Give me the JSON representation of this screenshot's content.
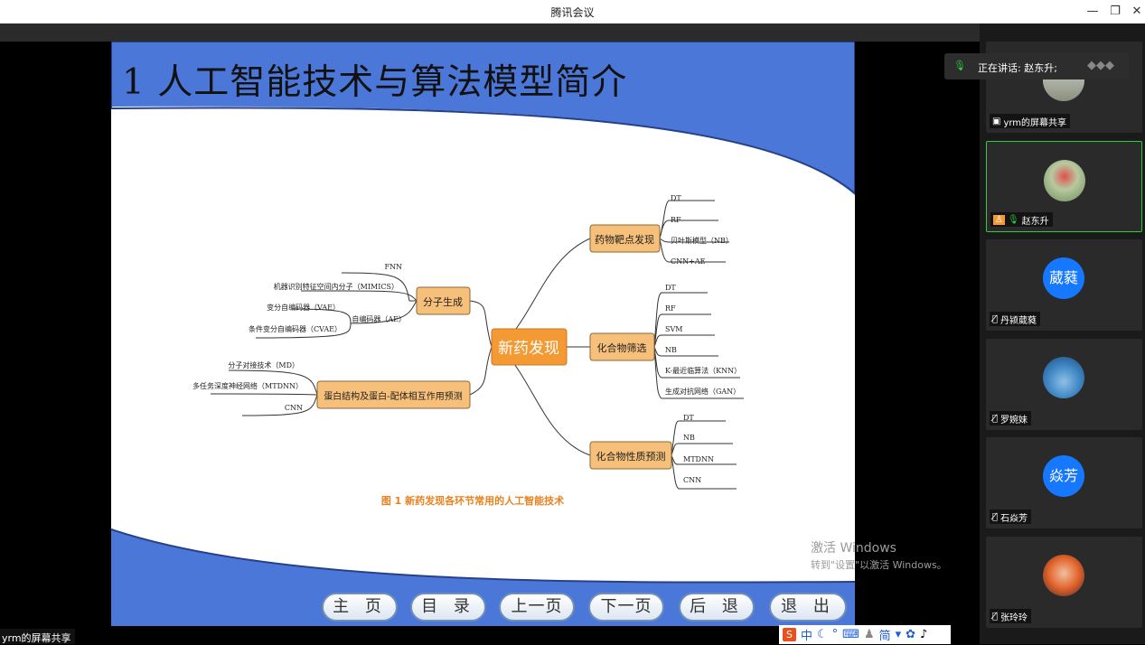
{
  "window": {
    "title": "腾讯会议"
  },
  "slide": {
    "title": "1 人工智能技术与算法模型简介",
    "center": "新药发现",
    "caption": "图 1  新药发现各环节常用的人工智能技术",
    "left_branches": [
      {
        "label": "分子生成",
        "leaves": [
          "FNN",
          "机器识别特征空间内分子（MIMICS）",
          "自编码器（AE）",
          "变分自编码器（VAE）",
          "条件变分自编码器（CVAE）"
        ]
      },
      {
        "label": "蛋白结构及蛋白-配体相互作用预测",
        "leaves": [
          "分子对接技术（MD）",
          "多任务深度神经网络（MTDNN）",
          "CNN"
        ]
      }
    ],
    "right_branches": [
      {
        "label": "药物靶点发现",
        "leaves": [
          "DT",
          "RF",
          "贝叶斯模型（NB）",
          "CNN+AE"
        ]
      },
      {
        "label": "化合物筛选",
        "leaves": [
          "DT",
          "RF",
          "SVM",
          "NB",
          "K-最近临算法（KNN）",
          "生成对抗网络（GAN）"
        ]
      },
      {
        "label": "化合物性质预测",
        "leaves": [
          "DT",
          "NB",
          "MTDNN",
          "CNN"
        ]
      }
    ],
    "nav_buttons": [
      "主 页",
      "目 录",
      "上一页",
      "下一页",
      "后 退",
      "退 出"
    ]
  },
  "watermark": {
    "line1": "激活 Windows",
    "line2": "转到\"设置\"以激活 Windows。"
  },
  "screen_share_label": "yrm的屏幕共享",
  "speaking": "正在讲话: 赵东升;",
  "participants": [
    {
      "name": "yrm的屏幕共享",
      "avatar": "photo"
    },
    {
      "name": "赵东升",
      "avatar": "photo"
    },
    {
      "name": "丹颍葳蕤",
      "avatar": "葳蕤"
    },
    {
      "name": "罗婉妹",
      "avatar": "photo"
    },
    {
      "name": "石焱芳",
      "avatar": "焱芳"
    },
    {
      "name": "张玲玲",
      "avatar": "photo"
    }
  ],
  "ime": {
    "items": [
      "中",
      "简"
    ]
  },
  "colors": {
    "slide_blue": "#4b78d8",
    "node_fill": "#f7c07a",
    "center_fill": "#f39a35",
    "caption": "#e8821e"
  }
}
